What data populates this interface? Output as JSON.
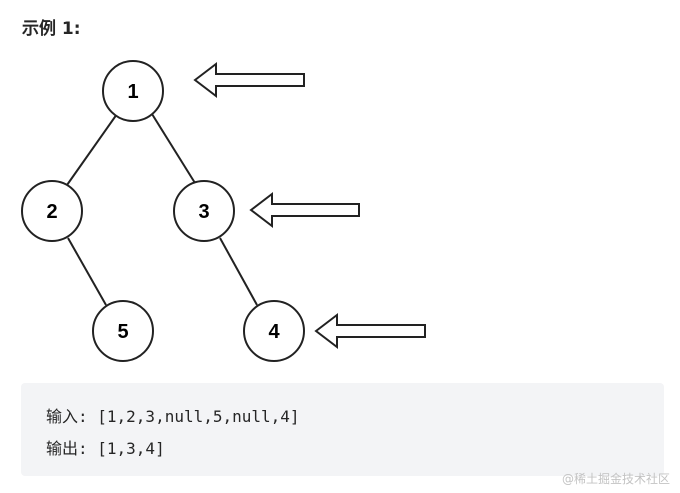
{
  "example": {
    "title": "示例 1:"
  },
  "tree": {
    "nodes": [
      {
        "id": "n1",
        "label": "1"
      },
      {
        "id": "n2",
        "label": "2"
      },
      {
        "id": "n3",
        "label": "3"
      },
      {
        "id": "n5",
        "label": "5"
      },
      {
        "id": "n4",
        "label": "4"
      }
    ]
  },
  "code": {
    "input_line": "输入: [1,2,3,null,5,null,4]",
    "output_line": "输出: [1,3,4]"
  },
  "watermark": "@稀土掘金技术社区"
}
